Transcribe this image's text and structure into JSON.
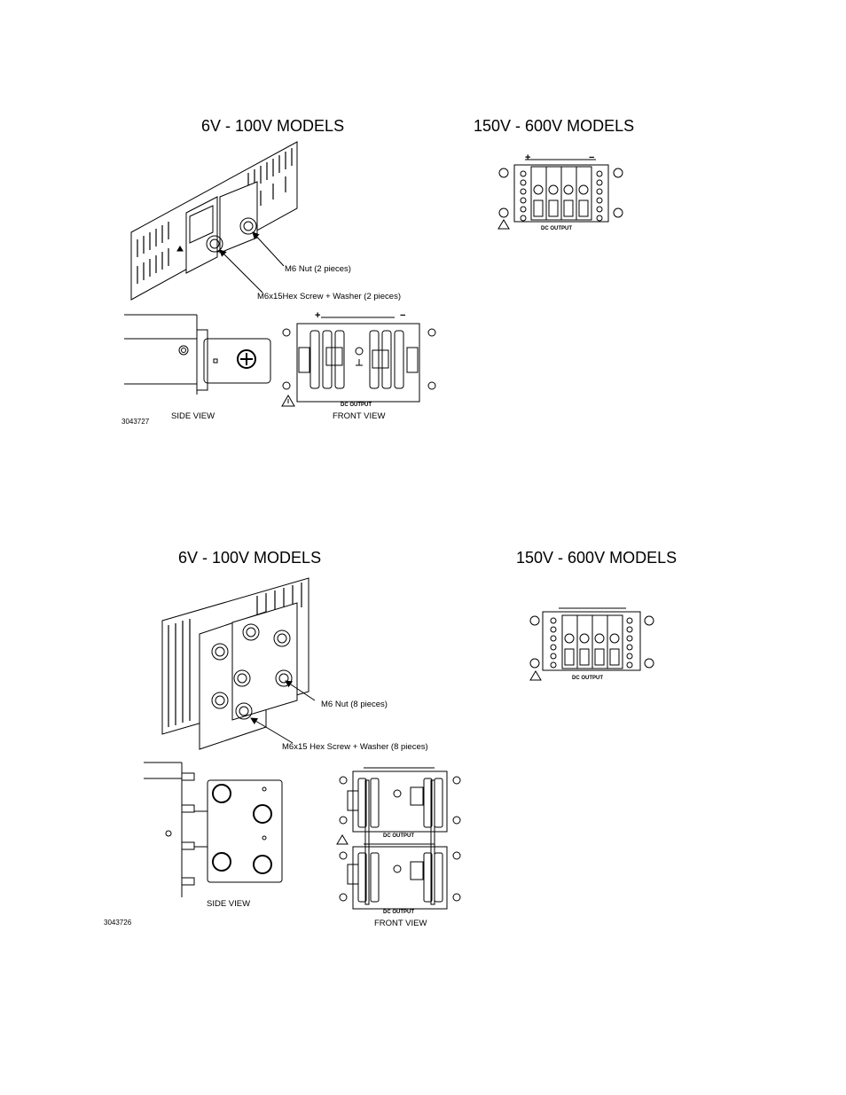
{
  "figure_top": {
    "heading_left": "6V - 100V MODELS",
    "heading_right": "150V - 600V MODELS",
    "callout_nut": "M6 Nut (2 pieces)",
    "callout_screw": "M6x15Hex Screw + Washer (2 pieces)",
    "side_view_label": "SIDE VIEW",
    "front_view_label": "FRONT VIEW",
    "dc_output_label": "DC OUTPUT",
    "dc_output_label_right": "DC OUTPUT",
    "figure_code": "3043727"
  },
  "figure_bottom": {
    "heading_left": "6V - 100V MODELS",
    "heading_right": "150V - 600V MODELS",
    "callout_nut": "M6 Nut (8 pieces)",
    "callout_screw": "M6x15 Hex Screw + Washer (8 pieces)",
    "side_view_label": "SIDE VIEW",
    "front_view_label": "FRONT VIEW",
    "dc_output_label_a": "DC OUTPUT",
    "dc_output_label_b": "DC OUTPUT",
    "dc_output_label_right": "DC OUTPUT",
    "figure_code": "3043726"
  },
  "symbols": {
    "plus": "+",
    "minus": "−"
  }
}
